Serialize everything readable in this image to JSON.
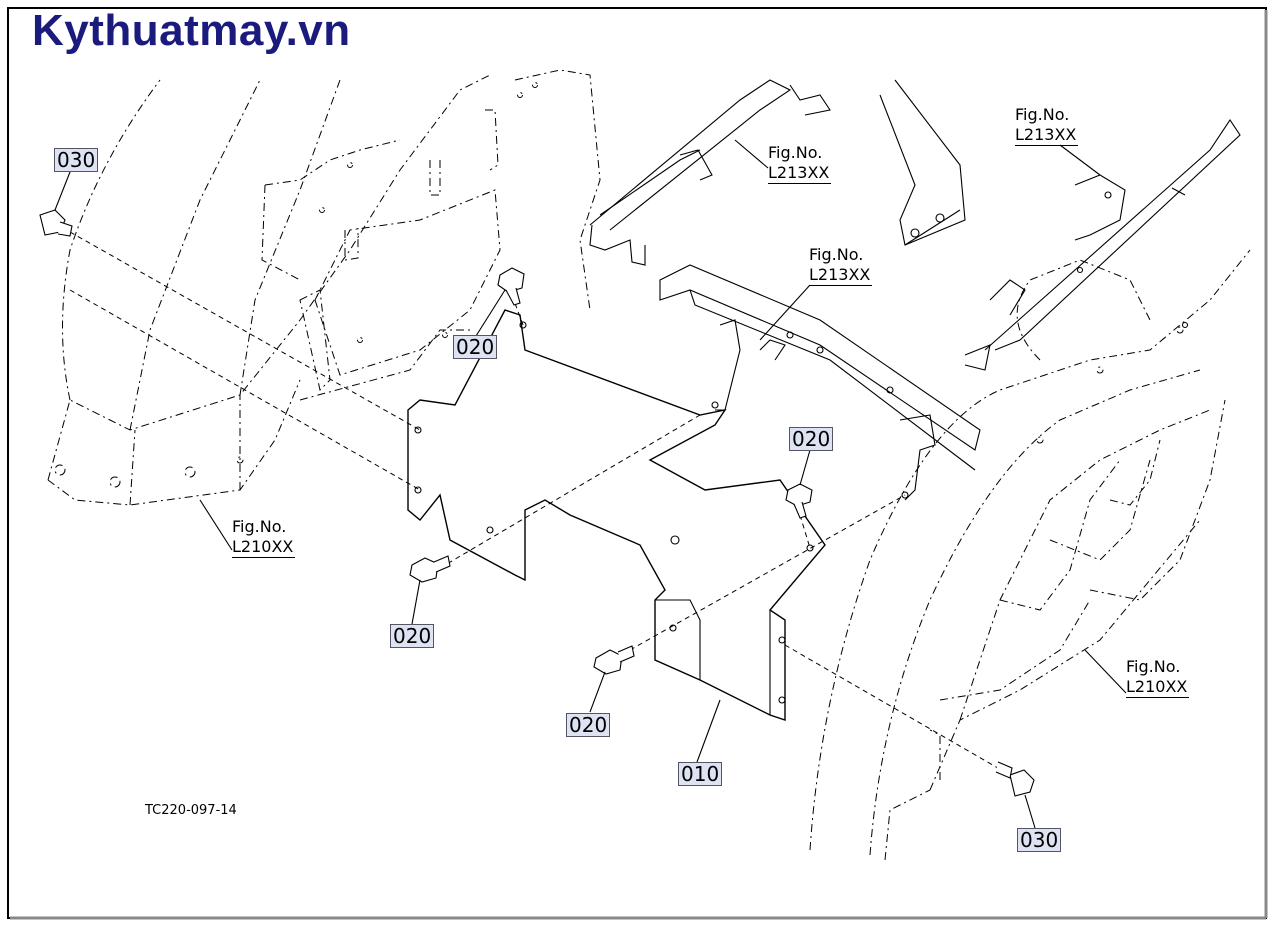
{
  "brand": {
    "text": "Kythuatmay.vn",
    "color": "#1b1b7e"
  },
  "drawing_id": "TC220-097-14",
  "callouts": {
    "c030_top": "030",
    "c020_a": "020",
    "c020_b": "020",
    "c020_c": "020",
    "c020_d": "020",
    "c010": "010",
    "c030_bottom": "030"
  },
  "fig_refs": {
    "f1": {
      "label": "Fig.No.",
      "ref": "L213XX"
    },
    "f2": {
      "label": "Fig.No.",
      "ref": "L213XX"
    },
    "f3": {
      "label": "Fig.No.",
      "ref": "L213XX"
    },
    "f4": {
      "label": "Fig.No.",
      "ref": "L210XX"
    },
    "f5": {
      "label": "Fig.No.",
      "ref": "L210XX"
    }
  },
  "colors": {
    "callout_bg": "#dde3f2",
    "line": "#000000",
    "border": "#000000"
  }
}
